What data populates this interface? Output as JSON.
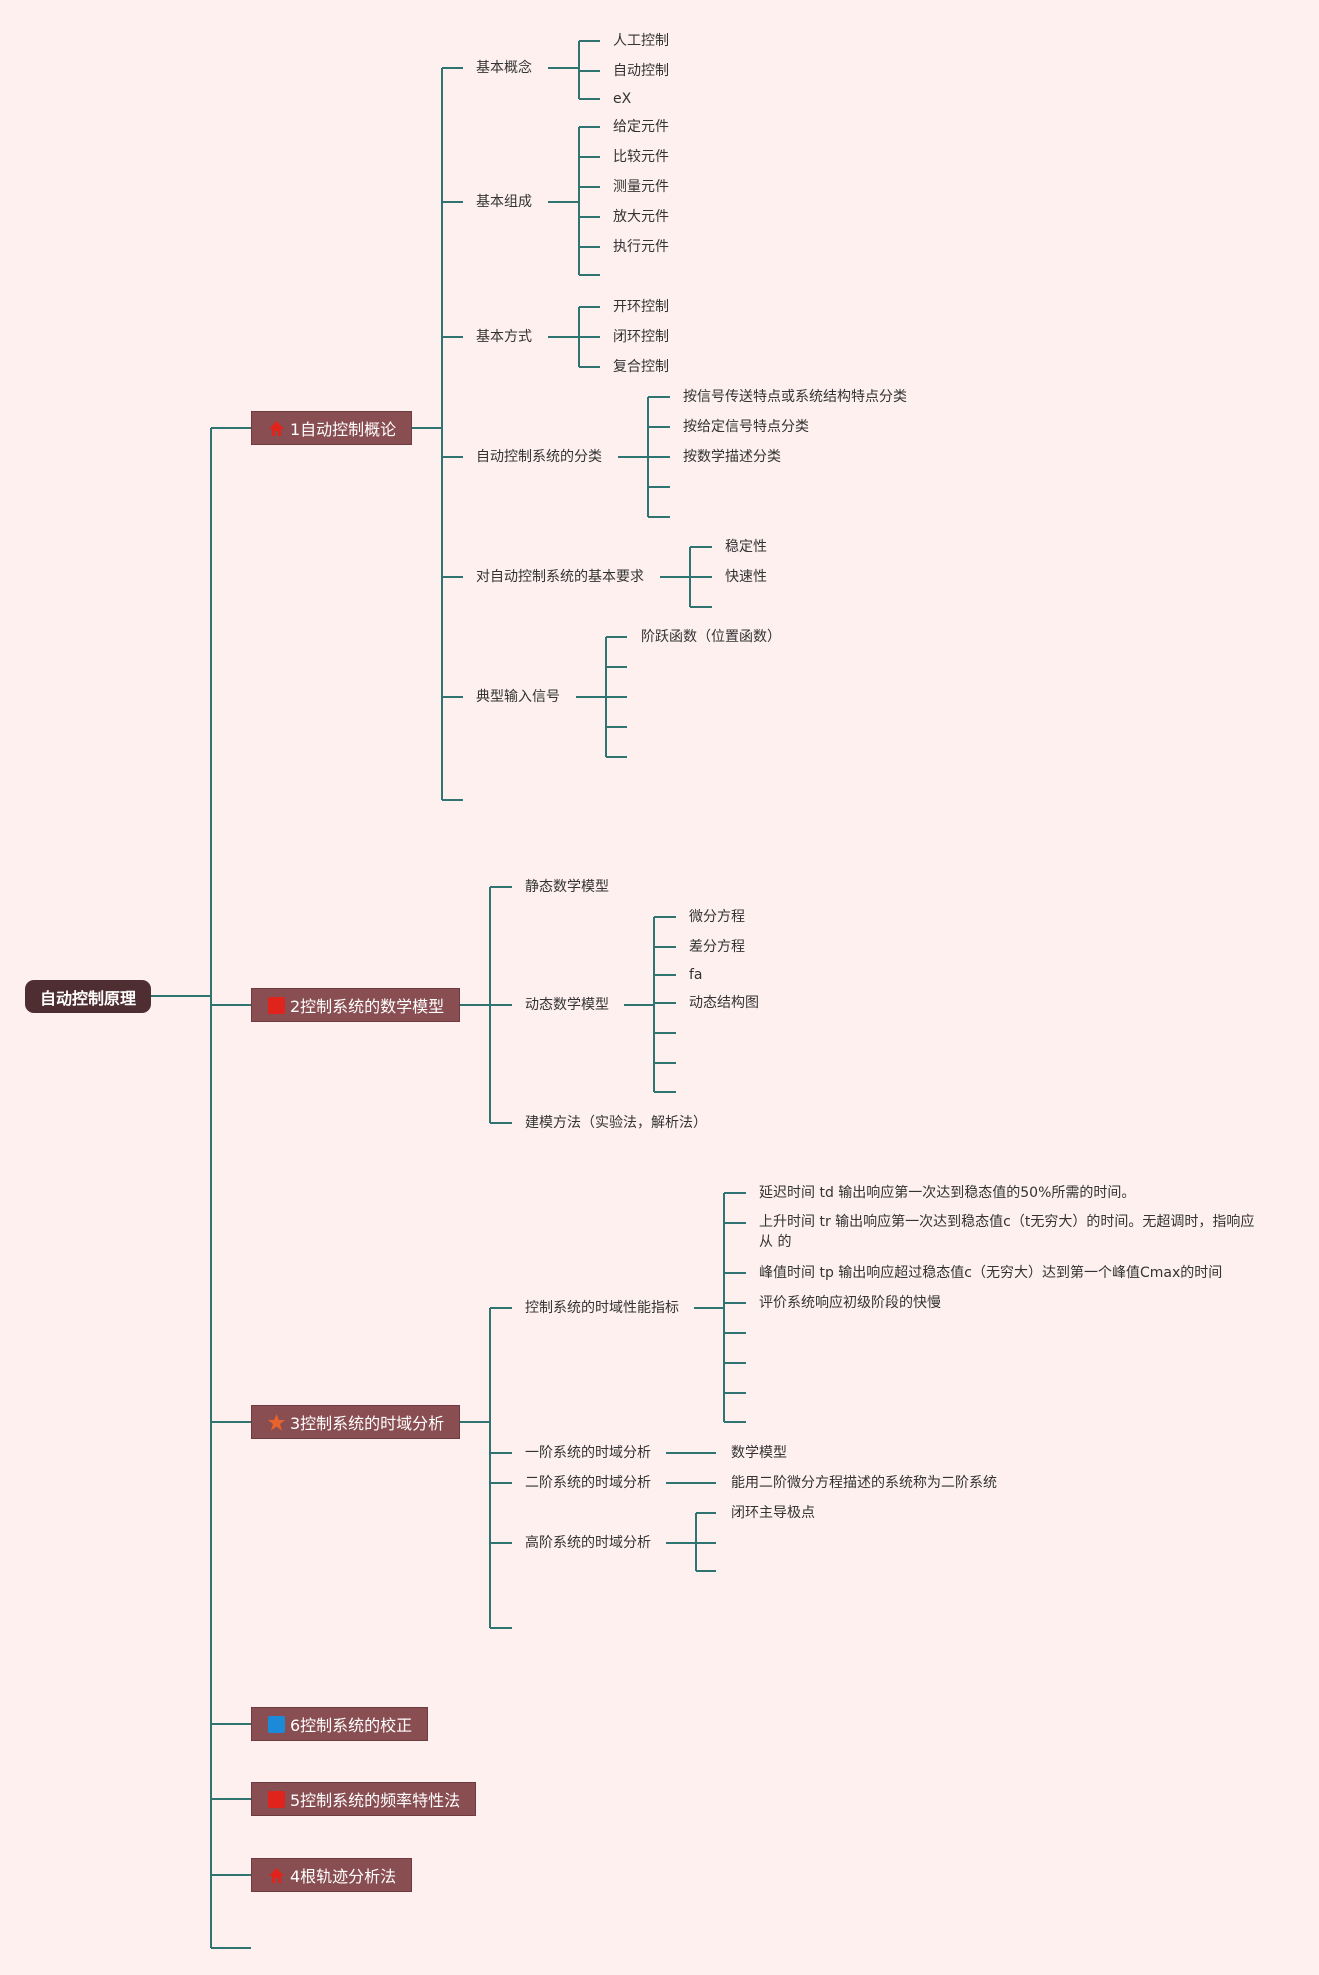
{
  "root": {
    "label": "自动控制原理"
  },
  "branches": {
    "b1": {
      "label": "1自动控制概论",
      "icon": "house-icon",
      "children": {
        "c1": {
          "label": "基本概念",
          "items": [
            "人工控制",
            "自动控制",
            "eX"
          ]
        },
        "c2": {
          "label": "基本组成",
          "items": [
            "给定元件",
            "比较元件",
            "测量元件",
            "放大元件",
            "执行元件"
          ]
        },
        "c3": {
          "label": "基本方式",
          "items": [
            "开环控制",
            "闭环控制",
            "复合控制"
          ]
        },
        "c4": {
          "label": "自动控制系统的分类",
          "items": [
            "按信号传送特点或系统结构特点分类",
            "按给定信号特点分类",
            "按数学描述分类"
          ]
        },
        "c5": {
          "label": "对自动控制系统的基本要求",
          "items": [
            "稳定性",
            "快速性"
          ]
        },
        "c6": {
          "label": "典型输入信号",
          "items": [
            "阶跃函数（位置函数）"
          ]
        }
      }
    },
    "b2": {
      "label": "2控制系统的数学模型",
      "icon": "red-square-icon",
      "children": {
        "c1": {
          "label": "静态数学模型"
        },
        "c2": {
          "label": "动态数学模型",
          "items": [
            "微分方程",
            "差分方程",
            "fa",
            "动态结构图"
          ]
        },
        "c3": {
          "label": "建模方法（实验法，解析法）"
        }
      }
    },
    "b3": {
      "label": "3控制系统的时域分析",
      "icon": "star-icon",
      "children": {
        "c1": {
          "label": "控制系统的时域性能指标",
          "items": [
            "延迟时间 td 输出响应第一次达到稳态值的50%所需的时间。",
            "上升时间 tr 输出响应第一次达到稳态值c（t无穷大）的时间。无超调时，指响应从 的",
            "峰值时间 tp 输出响应超过稳态值c（无穷大）达到第一个峰值Cmax的时间",
            "评价系统响应初级阶段的快慢"
          ]
        },
        "c2": {
          "label": "一阶系统的时域分析",
          "items": [
            "数学模型"
          ]
        },
        "c3": {
          "label": "二阶系统的时域分析",
          "items": [
            "能用二阶微分方程描述的系统称为二阶系统"
          ]
        },
        "c4": {
          "label": "高阶系统的时域分析",
          "items": [
            "闭环主导极点"
          ]
        }
      }
    },
    "b6": {
      "label": "6控制系统的校正",
      "icon": "blue-square-icon"
    },
    "b5": {
      "label": "5控制系统的频率特性法",
      "icon": "red-square-icon"
    },
    "b4": {
      "label": "4根轨迹分析法",
      "icon": "house-icon"
    }
  },
  "colors": {
    "line": "#2f7470",
    "node": "#894e52",
    "root": "#4f2e31",
    "background": "#fdf0ef"
  }
}
